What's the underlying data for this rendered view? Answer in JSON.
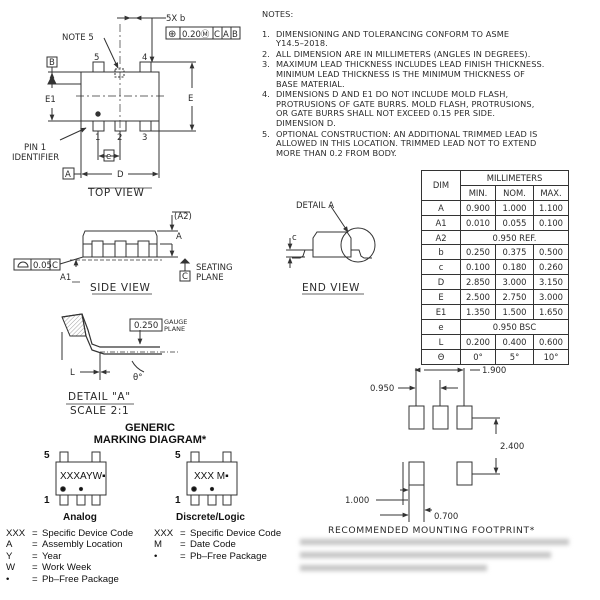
{
  "top_view": {
    "note5_label": "NOTE 5",
    "fivex_b": "5X b",
    "fcf_sym": "⊕",
    "fcf_tol": "0.20Ⓜ",
    "fcf_c": "C",
    "fcf_a": "A",
    "fcf_b": "B",
    "datum_b": "B",
    "dim_e1": "E1",
    "dim_e": "E",
    "pin_num_5": "5",
    "pin_num_4": "4",
    "pin_num_1": "1",
    "pin_num_2": "2",
    "pin_num_3": "3",
    "dim_e_pitch": "e",
    "pin1_line1": "PIN 1",
    "pin1_line2": "IDENTIFIER",
    "datum_a": "A",
    "dim_d": "D",
    "caption": "TOP VIEW"
  },
  "side_view": {
    "dim_a2": "(A2)",
    "dim_a": "A",
    "flat_tol": "0.05",
    "flat_datum": "C",
    "dim_a1": "A1",
    "datum_c": "C",
    "seating_1": "SEATING",
    "seating_2": "PLANE",
    "caption": "SIDE VIEW"
  },
  "end_view": {
    "detail_a": "DETAIL A",
    "dim_c": "c",
    "caption": "END VIEW"
  },
  "detail_a": {
    "gauge_val": "0.250",
    "gauge_1": "GAUGE",
    "gauge_2": "PLANE",
    "dim_l": "L",
    "dim_theta": "θ°",
    "caption": "DETAIL \"A\"",
    "scale": "SCALE 2:1"
  },
  "notes": {
    "title": "NOTES:",
    "items": [
      {
        "num": "1.",
        "text": "DIMENSIONING AND TOLERANCING CONFORM TO ASME\nY14.5–2018."
      },
      {
        "num": "2.",
        "text": "ALL DIMENSION ARE IN MILLIMETERS (ANGLES IN DEGREES)."
      },
      {
        "num": "3.",
        "text": "MAXIMUM LEAD THICKNESS INCLUDES LEAD FINISH THICKNESS.\nMINIMUM LEAD THICKNESS IS THE MINIMUM THICKNESS OF\nBASE MATERIAL."
      },
      {
        "num": "4.",
        "text": "DIMENSIONS D AND E1 DO NOT INCLUDE MOLD FLASH,\nPROTRUSIONS OF GATE BURRS. MOLD FLASH, PROTRUSIONS,\nOR GATE BURRS SHALL NOT EXCEED 0.15 PER SIDE.\nDIMENSION D."
      },
      {
        "num": "5.",
        "text": "OPTIONAL CONSTRUCTION: AN ADDITIONAL TRIMMED LEAD IS\nALLOWED IN THIS LOCATION. TRIMMED LEAD NOT TO EXTEND\nMORE THAN 0.2 FROM BODY."
      }
    ]
  },
  "table": {
    "dim_header": "DIM",
    "unit_header": "MILLIMETERS",
    "col_min": "MIN.",
    "col_nom": "NOM.",
    "col_max": "MAX.",
    "rows": [
      {
        "dim": "A",
        "min": "0.900",
        "nom": "1.000",
        "max": "1.100"
      },
      {
        "dim": "A1",
        "min": "0.010",
        "nom": "0.055",
        "max": "0.100"
      },
      {
        "dim": "A2",
        "span": "0.950 REF."
      },
      {
        "dim": "b",
        "min": "0.250",
        "nom": "0.375",
        "max": "0.500"
      },
      {
        "dim": "c",
        "min": "0.100",
        "nom": "0.180",
        "max": "0.260"
      },
      {
        "dim": "D",
        "min": "2.850",
        "nom": "3.000",
        "max": "3.150"
      },
      {
        "dim": "E",
        "min": "2.500",
        "nom": "2.750",
        "max": "3.000"
      },
      {
        "dim": "E1",
        "min": "1.350",
        "nom": "1.500",
        "max": "1.650"
      },
      {
        "dim": "e",
        "span": "0.950 BSC"
      },
      {
        "dim": "L",
        "min": "0.200",
        "nom": "0.400",
        "max": "0.600"
      },
      {
        "dim": "Θ",
        "min": "0°",
        "nom": "5°",
        "max": "10°"
      }
    ]
  },
  "footprint": {
    "dim_pitch": "0.950",
    "dim_span": "1.900",
    "dim_height": "2.400",
    "dim_pad_len": "1.000",
    "dim_pad_w": "0.700",
    "caption": "RECOMMENDED MOUNTING FOOTPRINT*"
  },
  "marking": {
    "title_1": "GENERIC",
    "title_2": "MARKING DIAGRAM*",
    "analog": {
      "pin_top": "5",
      "pin_bot": "1",
      "code": "XXXAYW▪",
      "label": "Analog"
    },
    "discrete": {
      "pin_top": "5",
      "pin_bot": "1",
      "code": "XXX M▪",
      "label": "Discrete/Logic"
    },
    "legend_analog": [
      {
        "key": "XXX",
        "desc": "Specific Device Code"
      },
      {
        "key": "A",
        "desc": "Assembly Location"
      },
      {
        "key": "Y",
        "desc": "Year"
      },
      {
        "key": "W",
        "desc": "Work Week"
      },
      {
        "key": "•",
        "desc": "Pb–Free Package"
      }
    ],
    "legend_discrete": [
      {
        "key": "XXX",
        "desc": "Specific Device Code"
      },
      {
        "key": "M",
        "desc": "Date Code"
      },
      {
        "key": "•",
        "desc": "Pb–Free Package"
      }
    ]
  }
}
